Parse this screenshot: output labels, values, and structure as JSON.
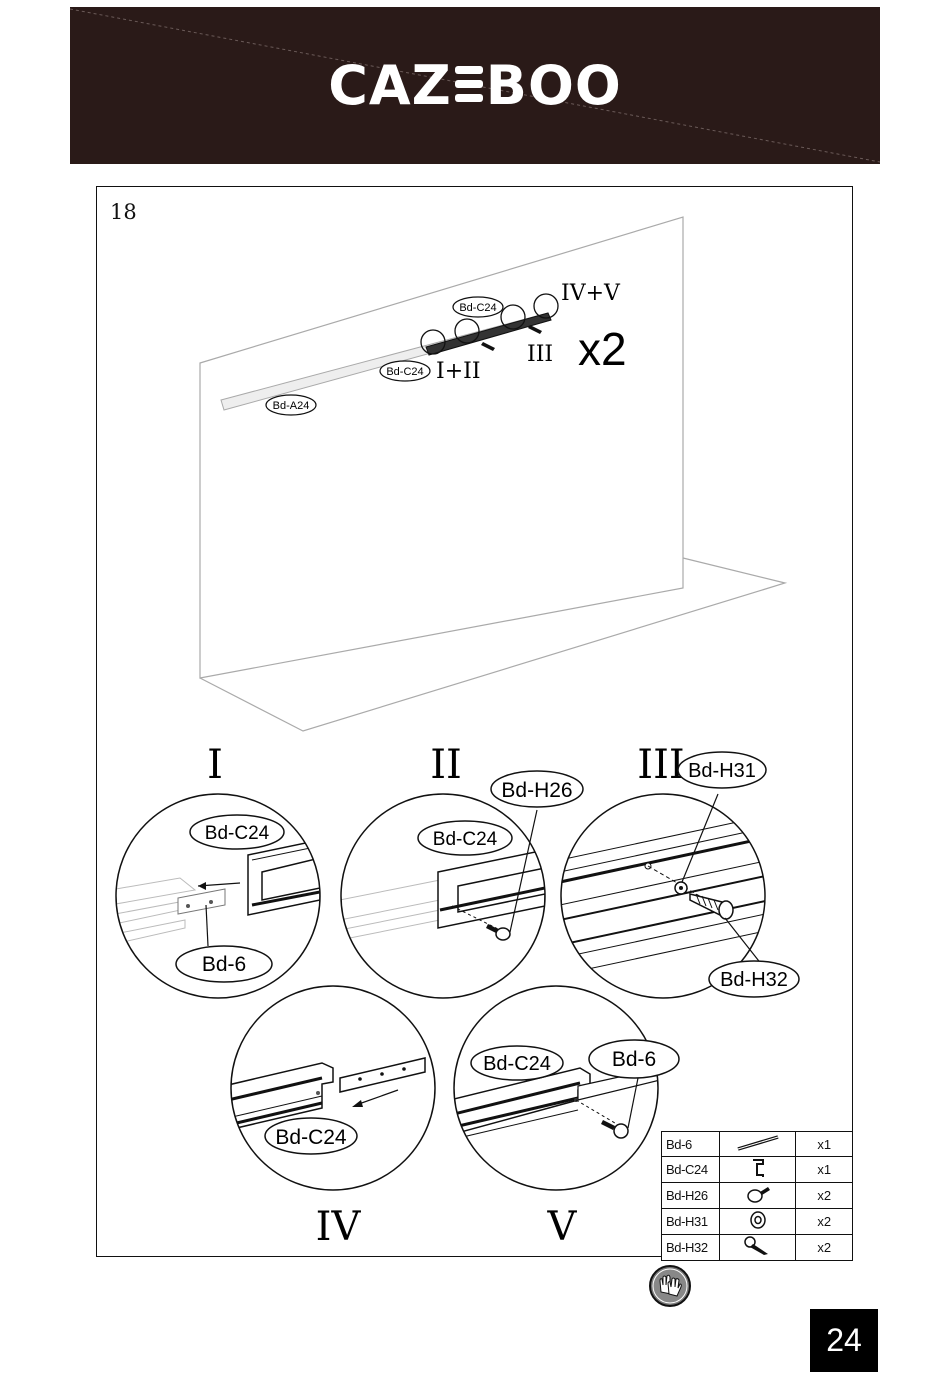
{
  "brand": {
    "left": "CAZ",
    "right": "BOO"
  },
  "step": {
    "number": "18"
  },
  "overview": {
    "labels": [
      "Bd-C24",
      "Bd-C24",
      "Bd-A24"
    ],
    "roman": [
      "IV+V",
      "III",
      "I+II"
    ],
    "multiplier": "x2"
  },
  "details": {
    "I": {
      "title": "I",
      "labels": [
        "Bd-C24",
        "Bd-6"
      ]
    },
    "II": {
      "title": "II",
      "labels": [
        "Bd-H26",
        "Bd-C24"
      ]
    },
    "III": {
      "title": "III",
      "labels": [
        "Bd-H31",
        "Bd-H32"
      ]
    },
    "IV": {
      "title": "IV",
      "labels": [
        "Bd-C24"
      ]
    },
    "V": {
      "title": "V",
      "labels": [
        "Bd-C24",
        "Bd-6"
      ]
    }
  },
  "parts": [
    {
      "code": "Bd-6",
      "icon": "rod-icon",
      "qty": "x1"
    },
    {
      "code": "Bd-C24",
      "icon": "bracket-icon",
      "qty": "x1"
    },
    {
      "code": "Bd-H26",
      "icon": "bolt-icon",
      "qty": "x2"
    },
    {
      "code": "Bd-H31",
      "icon": "washer-icon",
      "qty": "x2"
    },
    {
      "code": "Bd-H32",
      "icon": "screw-icon",
      "qty": "x2"
    }
  ],
  "page_number": "24"
}
